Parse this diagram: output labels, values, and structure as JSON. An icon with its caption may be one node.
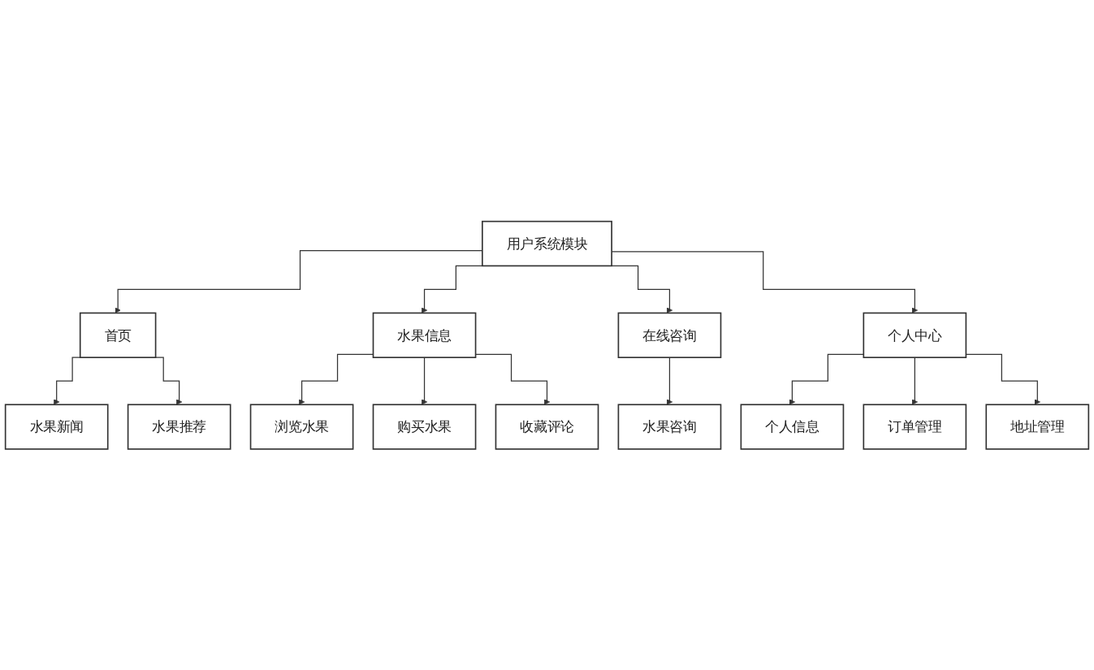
{
  "diagram": {
    "nodes": [
      {
        "text": [
          "用户系统模块"
        ]
      },
      {
        "text": [
          "首页"
        ]
      },
      {
        "text": [
          "水果信息"
        ]
      },
      {
        "text": [
          "在线咨询"
        ]
      },
      {
        "text": [
          "个人中心"
        ]
      },
      {
        "text": [
          "水果新闻"
        ]
      },
      {
        "text": [
          "水果推荐"
        ]
      },
      {
        "text": [
          "浏览水果"
        ]
      },
      {
        "text": [
          "购买水果"
        ]
      },
      {
        "text": [
          "收藏评论"
        ]
      },
      {
        "text": [
          "水果咨询"
        ]
      },
      {
        "text": [
          "个人信息"
        ]
      },
      {
        "text": [
          "订单管理"
        ]
      },
      {
        "text": [
          "地址管理"
        ]
      }
    ],
    "edges": [
      {
        "from": 0,
        "to": 1,
        "arrow": "to"
      },
      {
        "from": 0,
        "to": 2,
        "arrow": "to"
      },
      {
        "from": 0,
        "to": 3,
        "arrow": "to"
      },
      {
        "from": 0,
        "to": 4,
        "arrow": "to"
      },
      {
        "from": 1,
        "to": 5,
        "arrow": "to"
      },
      {
        "from": 1,
        "to": 6,
        "arrow": "to"
      },
      {
        "from": 2,
        "to": 7,
        "arrow": "to"
      },
      {
        "from": 2,
        "to": 8,
        "arrow": "to"
      },
      {
        "from": 2,
        "to": 9,
        "arrow": "to"
      },
      {
        "from": 3,
        "to": 10,
        "arrow": "to"
      },
      {
        "from": 4,
        "to": 11,
        "arrow": "to"
      },
      {
        "from": 4,
        "to": 12,
        "arrow": "to"
      },
      {
        "from": 4,
        "to": 13,
        "arrow": "to"
      }
    ]
  }
}
